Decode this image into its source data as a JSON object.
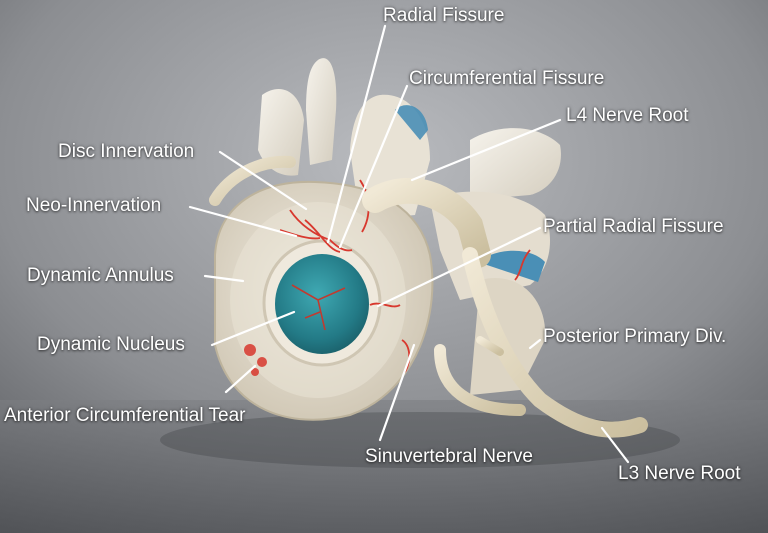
{
  "labels": {
    "radial_fissure": "Radial Fissure",
    "circumferential_fissure": "Circumferential Fissure",
    "l4_nerve_root": "L4 Nerve Root",
    "disc_innervation": "Disc Innervation",
    "neo_innervation": "Neo-Innervation",
    "partial_radial_fissure": "Partial  Radial Fissure",
    "dynamic_annulus": "Dynamic Annulus",
    "dynamic_nucleus": "Dynamic Nucleus",
    "posterior_primary_div": "Posterior Primary Div.",
    "anterior_circumferential_tear": "Anterior Circumferential Tear",
    "sinuvertebral_nerve": "Sinuvertebral Nerve",
    "l3_nerve_root": "L3 Nerve Root"
  },
  "colors": {
    "background_light": "#b4b6ba",
    "background_dark": "#5e6064",
    "bone": "#ece7dc",
    "annulus": "#ddd6c6",
    "nucleus": "#2f8f9a",
    "nerve_red": "#d8382e",
    "label_text": "#ffffff"
  }
}
